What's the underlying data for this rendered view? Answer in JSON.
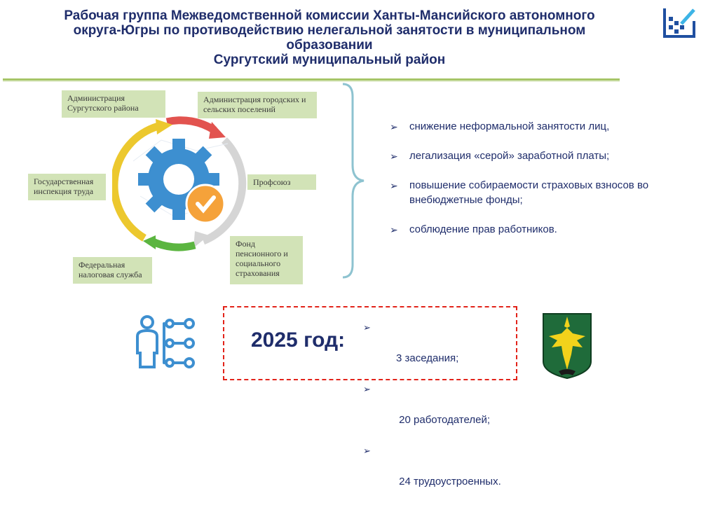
{
  "header": {
    "title_lines": [
      "Рабочая группа Межведомственной комиссии Ханты-Мансийского автономного",
      "округа-Югры по противодействию нелегальной занятости в муниципальном",
      "образовании",
      "Сургутский муниципальный район"
    ]
  },
  "diagram": {
    "members": {
      "admin_district": "Администрация Сургутского района",
      "admin_settlements": "Администрация городских и сельских поселений",
      "labor_inspection": "Государственная инспекция труда",
      "trade_union": "Профсоюз",
      "tax_service": "Федеральная налоговая служба",
      "pension_fund": "Фонд пенсионного и социального страхования"
    },
    "colors": {
      "gear": "#3d8fd0",
      "check_circle": "#f5a23a",
      "arrow_red": "#e2534f",
      "arrow_yellow": "#ecc82e",
      "arrow_green": "#5bb540",
      "arrow_gray": "#d5d5d5",
      "box": "#d2e3b7"
    }
  },
  "goals": [
    "снижение неформальной занятости лиц,",
    "легализация «серой» заработной платы;",
    "повышение собираемости страховых взносов во внебюджетные фонды;",
    "соблюдение прав работников."
  ],
  "results": {
    "year_label": "2025 год:",
    "items": [
      "3 заседания;",
      " 20 работодателей;",
      " 24 трудоустроенных."
    ]
  },
  "icons": {
    "bullet": "➢",
    "people": "people-network-icon",
    "logo": "region-logo-icon",
    "coat_of_arms": "coat-of-arms-icon"
  }
}
